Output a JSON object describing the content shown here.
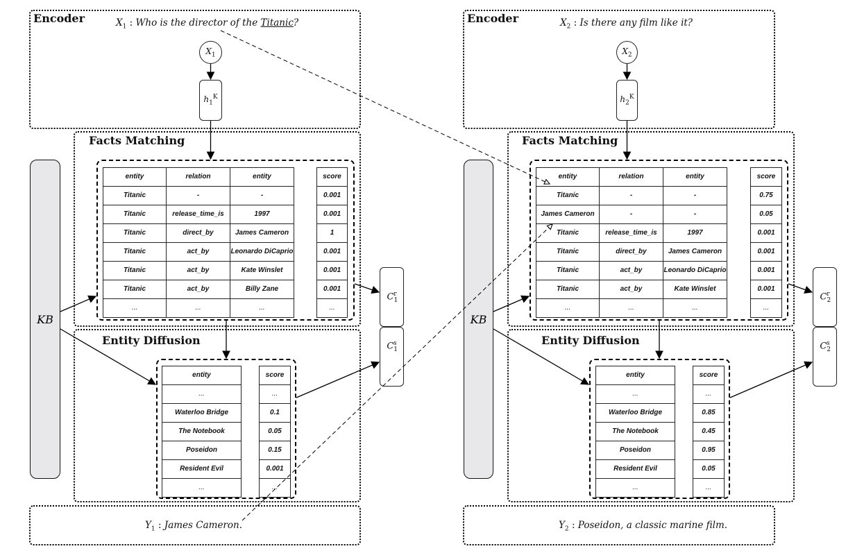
{
  "left": {
    "encoder_title": "Encoder",
    "question_label": "X",
    "question_index": "1",
    "question_sep": " : ",
    "question_text_pre": "Who is the director of the ",
    "question_text_entity": "Titanic",
    "question_text_post": "?",
    "input_node": {
      "label": "X",
      "index": "1"
    },
    "hidden_node": {
      "label": "h",
      "sub": "1",
      "sup": "K"
    },
    "kb_label": "KB",
    "facts_title": "Facts Matching",
    "facts_headers": [
      "entity",
      "relation",
      "entity"
    ],
    "facts_rows": [
      [
        "Titanic",
        "-",
        "-"
      ],
      [
        "Titanic",
        "release_time_is",
        "1997"
      ],
      [
        "Titanic",
        "direct_by",
        "James Cameron"
      ],
      [
        "Titanic",
        "act_by",
        "Leonardo DiCaprio"
      ],
      [
        "Titanic",
        "act_by",
        "Kate Winslet"
      ],
      [
        "Titanic",
        "act_by",
        "Billy Zane"
      ],
      [
        "...",
        "...",
        "..."
      ]
    ],
    "facts_score_header": "score",
    "facts_scores": [
      "0.001",
      "0.001",
      "1",
      "0.001",
      "0.001",
      "0.001",
      "..."
    ],
    "diffusion_title": "Entity Diffusion",
    "diffusion_header": "entity",
    "diffusion_entities": [
      "...",
      "Waterloo Bridge",
      "The Notebook",
      "Poseidon",
      "Resident Evil",
      "..."
    ],
    "diffusion_score_header": "score",
    "diffusion_scores": [
      "...",
      "0.1",
      "0.05",
      "0.15",
      "0.001",
      "..."
    ],
    "context_r": {
      "label": "C",
      "sub": "1",
      "sup": "r"
    },
    "context_s": {
      "label": "C",
      "sub": "1",
      "sup": "s"
    },
    "response_label": "Y",
    "response_index": "1",
    "response_sep": " : ",
    "response_text": "James Cameron."
  },
  "right": {
    "encoder_title": "Encoder",
    "question_label": "X",
    "question_index": "2",
    "question_sep": " : ",
    "question_text": "Is there any film like it?",
    "input_node": {
      "label": "X",
      "index": "2"
    },
    "hidden_node": {
      "label": "h",
      "sub": "2",
      "sup": "K"
    },
    "kb_label": "KB",
    "facts_title": "Facts Matching",
    "facts_headers": [
      "entity",
      "relation",
      "entity"
    ],
    "facts_rows": [
      [
        "Titanic",
        "-",
        "-"
      ],
      [
        "James Cameron",
        "-",
        "-"
      ],
      [
        "Titanic",
        "release_time_is",
        "1997"
      ],
      [
        "Titanic",
        "direct_by",
        "James Cameron"
      ],
      [
        "Titanic",
        "act_by",
        "Leonardo DiCaprio"
      ],
      [
        "Titanic",
        "act_by",
        "Kate Winslet"
      ],
      [
        "...",
        "...",
        "..."
      ]
    ],
    "facts_score_header": "score",
    "facts_scores": [
      "0.75",
      "0.05",
      "0.001",
      "0.001",
      "0.001",
      "0.001",
      "..."
    ],
    "diffusion_title": "Entity Diffusion",
    "diffusion_header": "entity",
    "diffusion_entities": [
      "...",
      "Waterloo Bridge",
      "The Notebook",
      "Poseidon",
      "Resident Evil",
      "..."
    ],
    "diffusion_score_header": "score",
    "diffusion_scores": [
      "...",
      "0.85",
      "0.45",
      "0.95",
      "0.05",
      "..."
    ],
    "context_r": {
      "label": "C",
      "sub": "2",
      "sup": "r"
    },
    "context_s": {
      "label": "C",
      "sub": "2",
      "sup": "s"
    },
    "response_label": "Y",
    "response_index": "2",
    "response_sep": " : ",
    "response_text": "Poseidon, a classic marine film."
  }
}
